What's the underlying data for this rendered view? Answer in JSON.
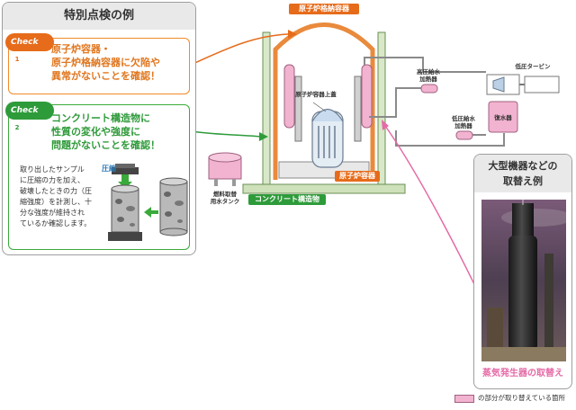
{
  "panel": {
    "title": "特別点検の例",
    "check1": {
      "badge": "Check",
      "number": "1",
      "line1": "原子炉容器・",
      "line2": "原子炉格納容器に欠陥や",
      "line3": "異常がないことを確認！"
    },
    "check2": {
      "badge": "Check",
      "number": "2",
      "line1": "コンクリート構造物に",
      "line2": "性質の変化や強度に",
      "line3": "問題がないことを確認！"
    },
    "sample": {
      "line1": "取り出したサンプル",
      "line2": "に圧縮の力を加え、",
      "line3": "破壊したときの力（圧",
      "line4": "縮強度）を計測し、十",
      "line5": "分な強度が維持され",
      "line6": "ているか確認します。",
      "pressure_label": "圧縮"
    }
  },
  "diagram": {
    "containment_label": "原子炉格納容器",
    "reactor_lid_label": "原子炉容器上蓋",
    "reactor_vessel_label": "原子炉容器",
    "concrete_label": "コンクリート構造物",
    "fuel_tank_label_1": "燃料取替",
    "fuel_tank_label_2": "用水タンク",
    "hp_heater_label_1": "高圧給水",
    "hp_heater_label_2": "加熱器",
    "lp_heater_label_1": "低圧給水",
    "lp_heater_label_2": "加熱器",
    "lp_turbine_label": "低圧タービン",
    "condenser_label": "復水器"
  },
  "replacement": {
    "title_line1": "大型機器などの",
    "title_line2": "取替え例",
    "caption": "蒸気発生器の取替え"
  },
  "legend": {
    "text": "の部分が取り替えている箇所"
  },
  "colors": {
    "orange": "#e66b1a",
    "green": "#2e9b3a",
    "pink": "#f2b3d0",
    "magenta_arrow": "#e56aa6"
  }
}
